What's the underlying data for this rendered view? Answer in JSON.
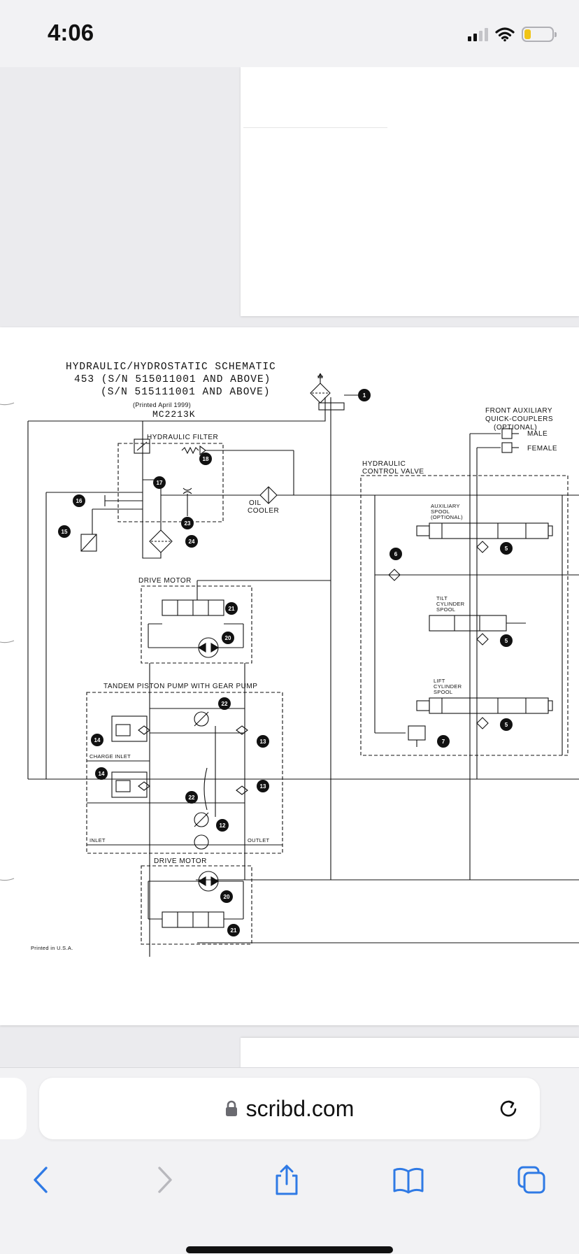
{
  "status": {
    "time": "4:06"
  },
  "browser": {
    "url": "scribd.com",
    "accent": "#2f7ae5"
  },
  "schematic": {
    "title_line1": "HYDRAULIC/HYDROSTATIC SCHEMATIC",
    "title_line2": "453 (S/N 515011001 AND ABOVE)",
    "title_line3": "(S/N 515111001 AND ABOVE)",
    "printed_date": "(Printed April 1999)",
    "doc_number": "MC2213K",
    "label_hydraulic_filter": "HYDRAULIC FILTER",
    "label_oil": "OIL",
    "label_cooler": "COOLER",
    "label_drive_motor_top": "DRIVE MOTOR",
    "label_tandem_pump": "TANDEM PISTON PUMP WITH GEAR PUMP",
    "label_charge_inlet": "CHARGE INLET",
    "label_inlet": "INLET",
    "label_outlet": "OUTLET",
    "label_drive_motor_bottom": "DRIVE MOTOR",
    "label_printed_usa": "Printed in U.S.A.",
    "label_front_aux_1": "FRONT AUXILIARY",
    "label_front_aux_2": "QUICK-COUPLERS",
    "label_front_aux_3": "(OPTIONAL)",
    "label_male": "MALE",
    "label_female": "FEMALE",
    "label_control_valve_1": "HYDRAULIC",
    "label_control_valve_2": "CONTROL VALVE",
    "label_aux_spool_1": "AUXILIARY",
    "label_aux_spool_2": "SPOOL",
    "label_aux_spool_3": "(OPTIONAL)",
    "label_tilt_1": "TILT",
    "label_tilt_2": "CYLINDER",
    "label_tilt_3": "SPOOL",
    "label_lift_1": "LIFT",
    "label_lift_2": "CYLINDER",
    "label_lift_3": "SPOOL",
    "callouts": {
      "c1": "1",
      "c5": "5",
      "c6": "6",
      "c7": "7",
      "c12": "12",
      "c13": "13",
      "c14": "14",
      "c15": "15",
      "c16": "16",
      "c17": "17",
      "c18": "18",
      "c20": "20",
      "c21": "21",
      "c22": "22",
      "c23": "23",
      "c24": "24"
    }
  }
}
